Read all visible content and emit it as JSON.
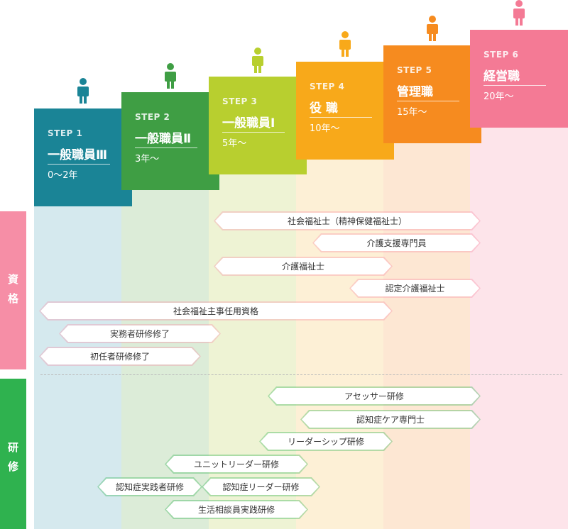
{
  "steps": [
    {
      "label": "STEP 1",
      "title": "一般職員Ⅲ",
      "years": "0〜2年",
      "color": "#1a8496",
      "light": "#d5e9ee"
    },
    {
      "label": "STEP 2",
      "title": "一般職員Ⅱ",
      "years": "3年〜",
      "color": "#3f9e44",
      "light": "#dcecd8"
    },
    {
      "label": "STEP 3",
      "title": "一般職員Ⅰ",
      "years": "5年〜",
      "color": "#b8cf2f",
      "light": "#eef3d4"
    },
    {
      "label": "STEP 4",
      "title": "役 職",
      "years": "10年〜",
      "color": "#f8a91a",
      "light": "#fdf0d6"
    },
    {
      "label": "STEP 5",
      "title": "管理職",
      "years": "15年〜",
      "color": "#f68b1f",
      "light": "#fde7d3"
    },
    {
      "label": "STEP 6",
      "title": "経営職",
      "years": "20年〜",
      "color": "#f47a95",
      "light": "#fde4ea"
    }
  ],
  "sections": [
    {
      "label": "資格",
      "chars": [
        "資",
        "格"
      ],
      "color": "#f68ea6"
    },
    {
      "label": "研修",
      "chars": [
        "研",
        "修"
      ],
      "color": "#2fb24f"
    }
  ],
  "qualifications": [
    {
      "text": "社会福祉士（精神保健福祉士）"
    },
    {
      "text": "介護支援専門員"
    },
    {
      "text": "介護福祉士"
    },
    {
      "text": "認定介護福祉士"
    },
    {
      "text": "社会福祉主事任用資格"
    },
    {
      "text": "実務者研修修了"
    },
    {
      "text": "初任者研修修了"
    }
  ],
  "trainings": [
    {
      "text": "アセッサー研修"
    },
    {
      "text": "認知症ケア専門士"
    },
    {
      "text": "リーダーシップ研修"
    },
    {
      "text": "ユニットリーダー研修"
    },
    {
      "text": "認知症実践者研修"
    },
    {
      "text": "認知症リーダー研修"
    },
    {
      "text": "生活相談員実践研修"
    }
  ]
}
